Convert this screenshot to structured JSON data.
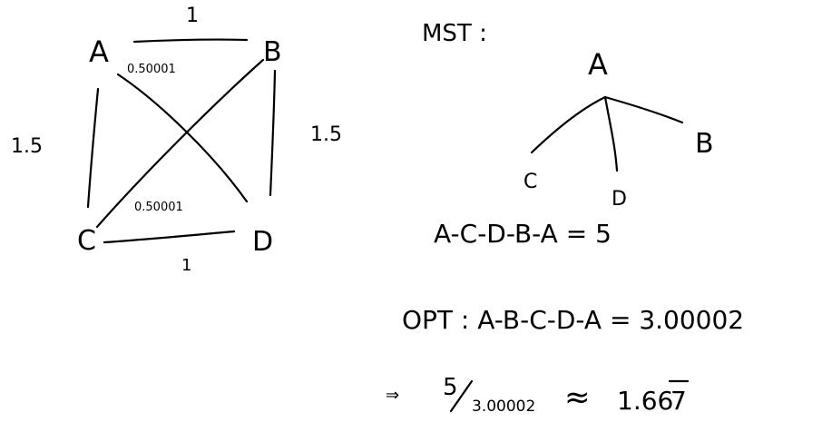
{
  "graph": {
    "nodes": [
      {
        "id": "A",
        "label": "A"
      },
      {
        "id": "B",
        "label": "B"
      },
      {
        "id": "C",
        "label": "C"
      },
      {
        "id": "D",
        "label": "D"
      }
    ],
    "edges": [
      {
        "from": "A",
        "to": "B",
        "weight": "1"
      },
      {
        "from": "C",
        "to": "D",
        "weight": "1"
      },
      {
        "from": "A",
        "to": "C",
        "weight": "1.5"
      },
      {
        "from": "B",
        "to": "D",
        "weight": "1.5"
      },
      {
        "from": "A",
        "to": "D",
        "weight": "0.50001"
      },
      {
        "from": "B",
        "to": "C",
        "weight": "0.50001"
      }
    ]
  },
  "mst": {
    "title": "MST :",
    "root": "A",
    "children": [
      "C",
      "D",
      "B"
    ]
  },
  "tour_mst": {
    "text": "A-C-D-B-A = 5"
  },
  "opt": {
    "text": "OPT : A-B-C-D-A = 3.00002"
  },
  "ratio": {
    "prefix": "⇒",
    "numerator": "5",
    "denominator": "3.00002",
    "approx": "≈",
    "result": "1.66",
    "repeat_digit": "7"
  }
}
